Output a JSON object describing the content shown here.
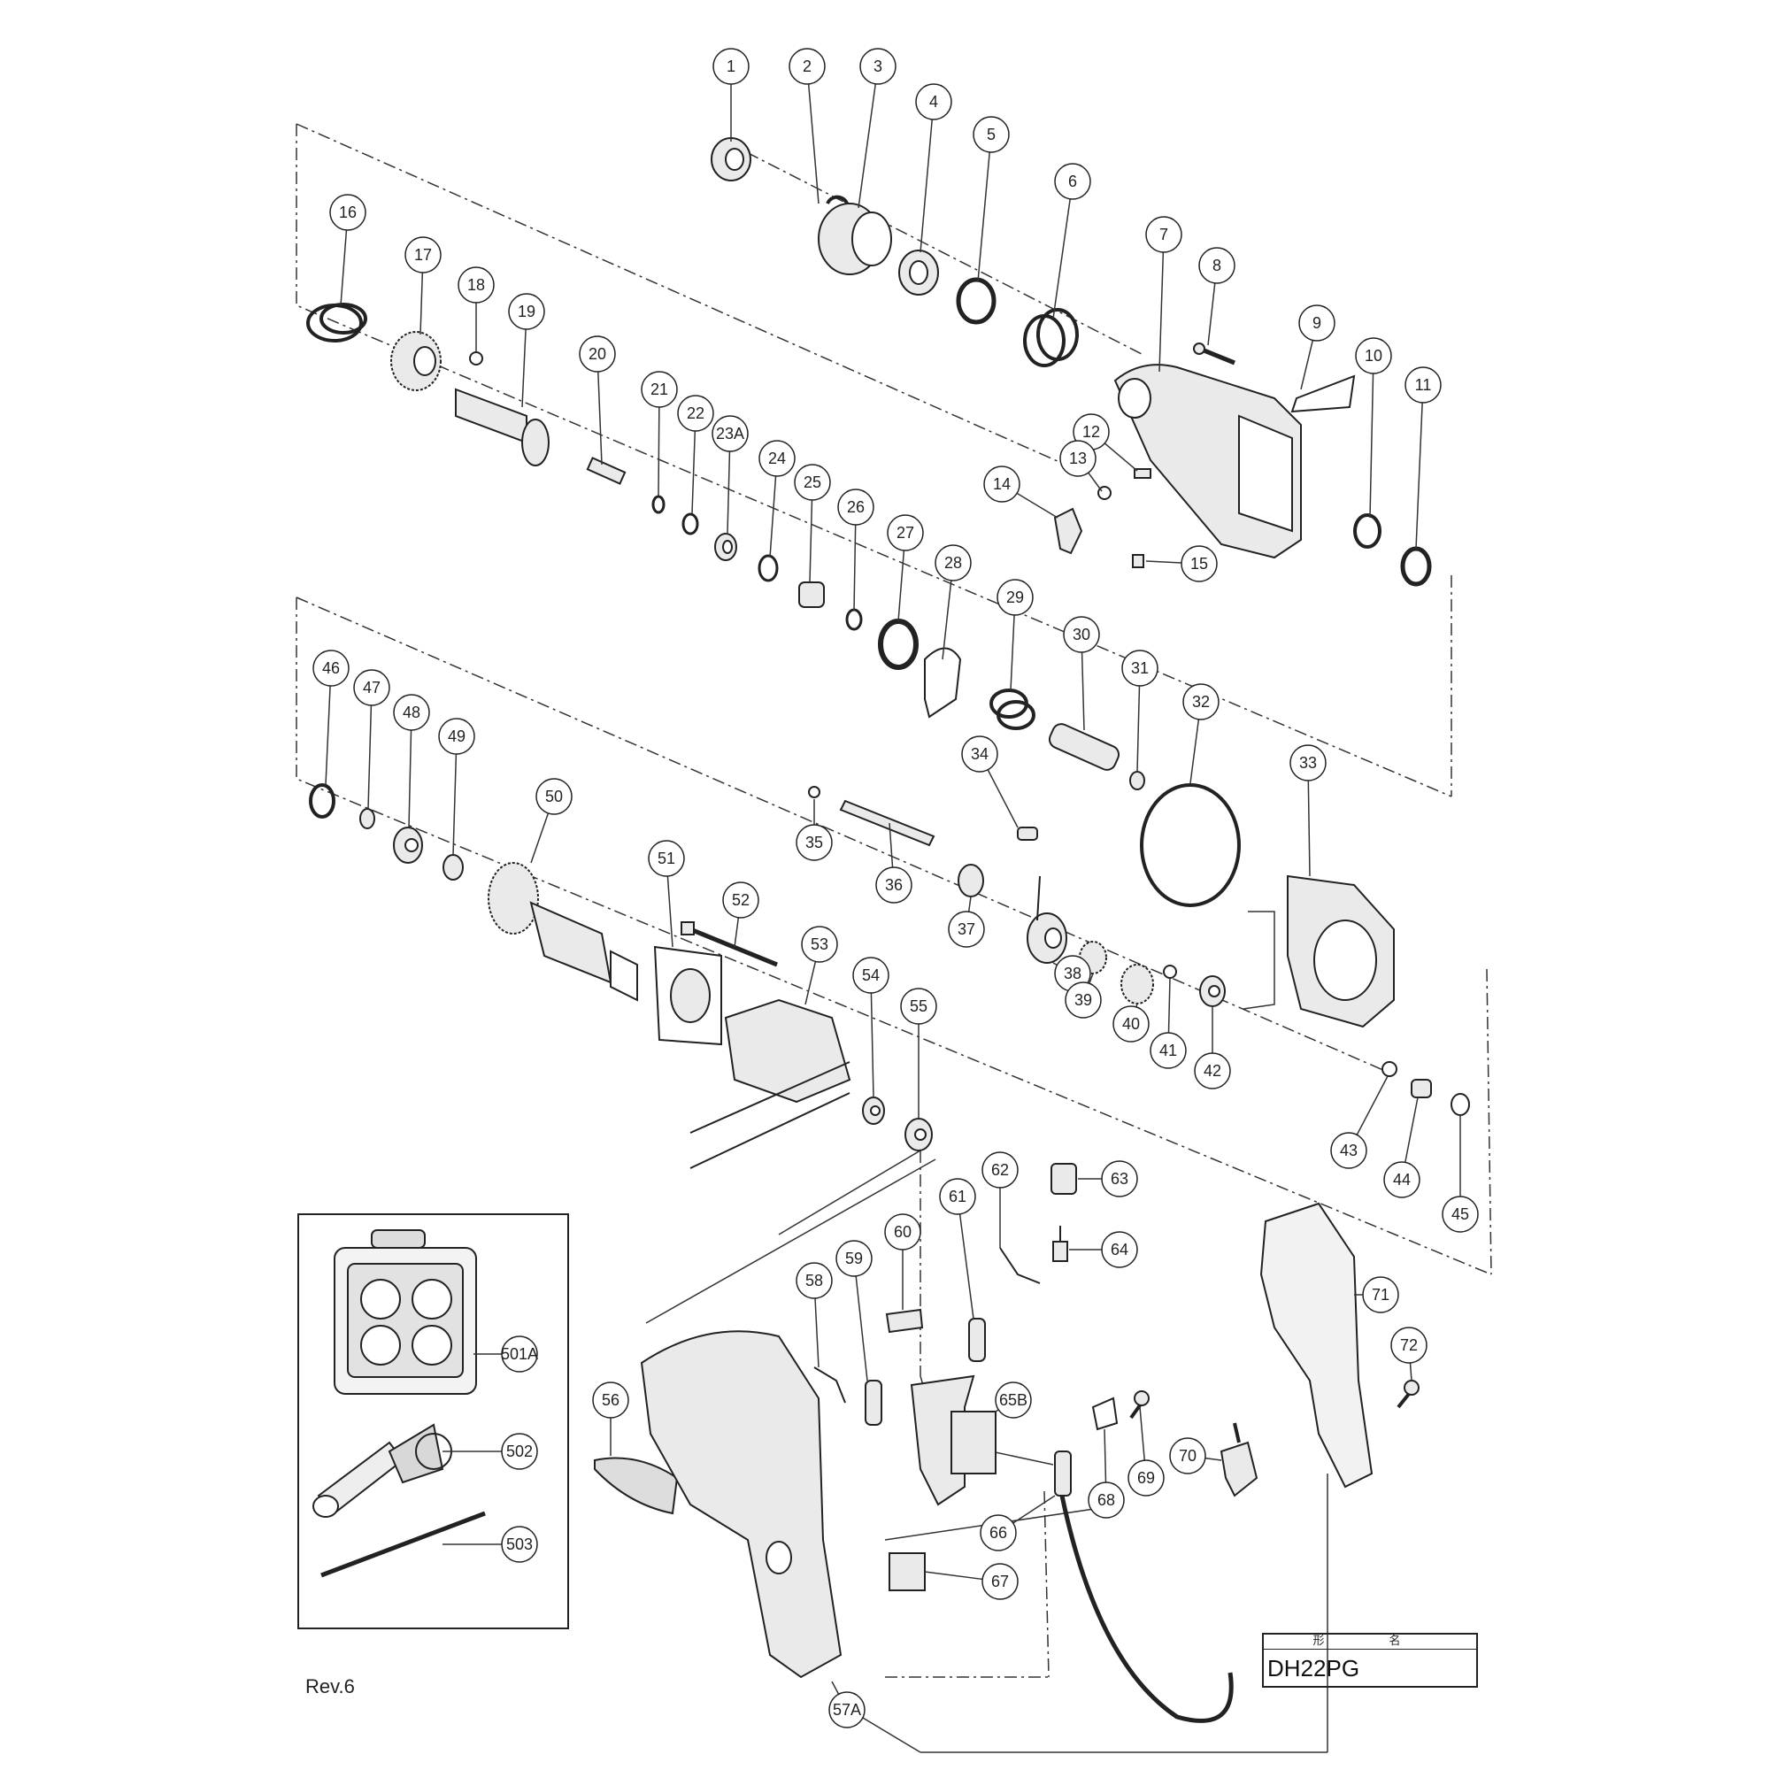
{
  "diagram": {
    "revision": "Rev.6",
    "title_header": "形　名",
    "model": "DH22PG",
    "parts": [
      {
        "id": "1"
      },
      {
        "id": "2"
      },
      {
        "id": "3"
      },
      {
        "id": "4"
      },
      {
        "id": "5"
      },
      {
        "id": "6"
      },
      {
        "id": "7"
      },
      {
        "id": "8"
      },
      {
        "id": "9"
      },
      {
        "id": "10"
      },
      {
        "id": "11"
      },
      {
        "id": "12"
      },
      {
        "id": "13"
      },
      {
        "id": "14"
      },
      {
        "id": "15"
      },
      {
        "id": "16"
      },
      {
        "id": "17"
      },
      {
        "id": "18"
      },
      {
        "id": "19"
      },
      {
        "id": "20"
      },
      {
        "id": "21"
      },
      {
        "id": "22"
      },
      {
        "id": "23A"
      },
      {
        "id": "24"
      },
      {
        "id": "25"
      },
      {
        "id": "26"
      },
      {
        "id": "27"
      },
      {
        "id": "28"
      },
      {
        "id": "29"
      },
      {
        "id": "30"
      },
      {
        "id": "31"
      },
      {
        "id": "32"
      },
      {
        "id": "33"
      },
      {
        "id": "34"
      },
      {
        "id": "35"
      },
      {
        "id": "36"
      },
      {
        "id": "37"
      },
      {
        "id": "38"
      },
      {
        "id": "39"
      },
      {
        "id": "40"
      },
      {
        "id": "41"
      },
      {
        "id": "42"
      },
      {
        "id": "43"
      },
      {
        "id": "44"
      },
      {
        "id": "45"
      },
      {
        "id": "46"
      },
      {
        "id": "47"
      },
      {
        "id": "48"
      },
      {
        "id": "49"
      },
      {
        "id": "50"
      },
      {
        "id": "51"
      },
      {
        "id": "52"
      },
      {
        "id": "53"
      },
      {
        "id": "54"
      },
      {
        "id": "55"
      },
      {
        "id": "56"
      },
      {
        "id": "57A"
      },
      {
        "id": "58"
      },
      {
        "id": "59"
      },
      {
        "id": "60"
      },
      {
        "id": "61"
      },
      {
        "id": "62"
      },
      {
        "id": "63"
      },
      {
        "id": "64"
      },
      {
        "id": "65B"
      },
      {
        "id": "66"
      },
      {
        "id": "67"
      },
      {
        "id": "68"
      },
      {
        "id": "69"
      },
      {
        "id": "70"
      },
      {
        "id": "71"
      },
      {
        "id": "72"
      },
      {
        "id": "501A"
      },
      {
        "id": "502"
      },
      {
        "id": "503"
      }
    ]
  }
}
